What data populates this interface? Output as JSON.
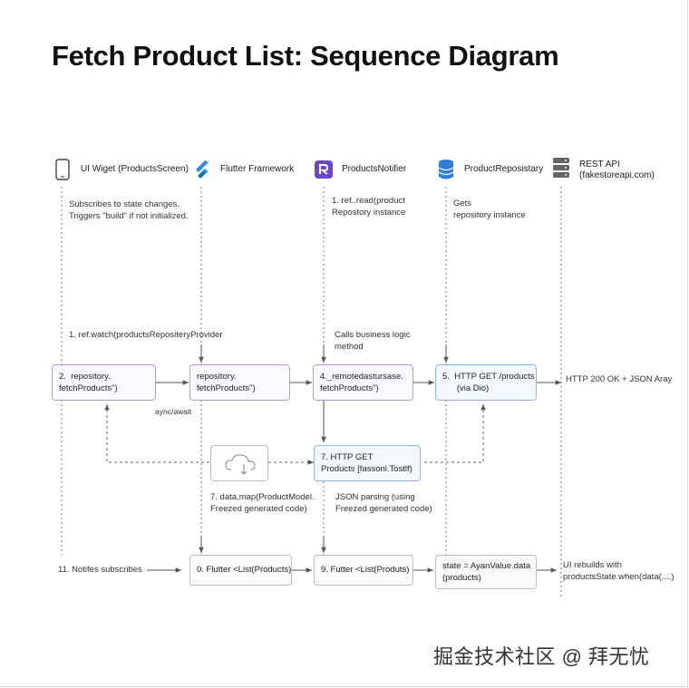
{
  "title": "Fetch Product List: Sequence Diagram",
  "participants": [
    {
      "label": "UI Wiget (ProductsScreen)",
      "icon": "phone-icon"
    },
    {
      "label": "Flutter Framework",
      "icon": "flutter-icon"
    },
    {
      "label": "ProductsNotifier",
      "icon": "riverpod-icon"
    },
    {
      "label": "ProductReposistary",
      "icon": "database-icon"
    },
    {
      "label": "REST API\n(fakestoreapi.com)",
      "icon": "server-icon"
    }
  ],
  "notes": {
    "subscribes": "Subscribes to state changes.\nTriggers \"build\" if not initialized.",
    "ref_read": "1. ref..read(product\nRepostory instance",
    "gets": "Gets\nrepository instance",
    "ref_watch": "1. ref.watch(productsRepositeryProvider",
    "calls_logic": "Calls business logic\nmethod",
    "http_200": "HTTP 200 OK + JSON Aray",
    "async_await": "aync/await",
    "data_map": "7. data.map(ProductModel.\nFreezed generated code)",
    "json_parsing": "JSON parsing (using\nFreezed generated code)",
    "notifies": "11. Notifes subscribes",
    "rebuilds": "UI rebuilds with\nproductsState.when(data(....)"
  },
  "boxes": {
    "repo_fetch_ui": "2.  repository.\nfetchProducts\")",
    "repo_fetch_fw": "repository.\nfetchProducts\")",
    "remote_fetch": "4._remotedastursase.\nfetchProducts\")",
    "http_get_products": "5.  HTTP GET /products\n      (via Dio)",
    "http_get_7": "7. HTTP GET\nProducts [fassonl.Tostlf)",
    "futter_0": "0. Flutter <List(Products)",
    "futter_9": "9.   Futter <List(Produts)",
    "state_async": "state = AyanValue.data\n(products)"
  },
  "colors": {
    "purple_border": "#b69ad8",
    "blue_border": "#8db6e4",
    "gray_border": "#bdbdbd",
    "flutter_blue": "#2e8ee0",
    "riverpod_purple": "#6a45c9",
    "db_blue": "#2f7fd8"
  },
  "watermark": "掘金技术社区 @ 拜无忧"
}
